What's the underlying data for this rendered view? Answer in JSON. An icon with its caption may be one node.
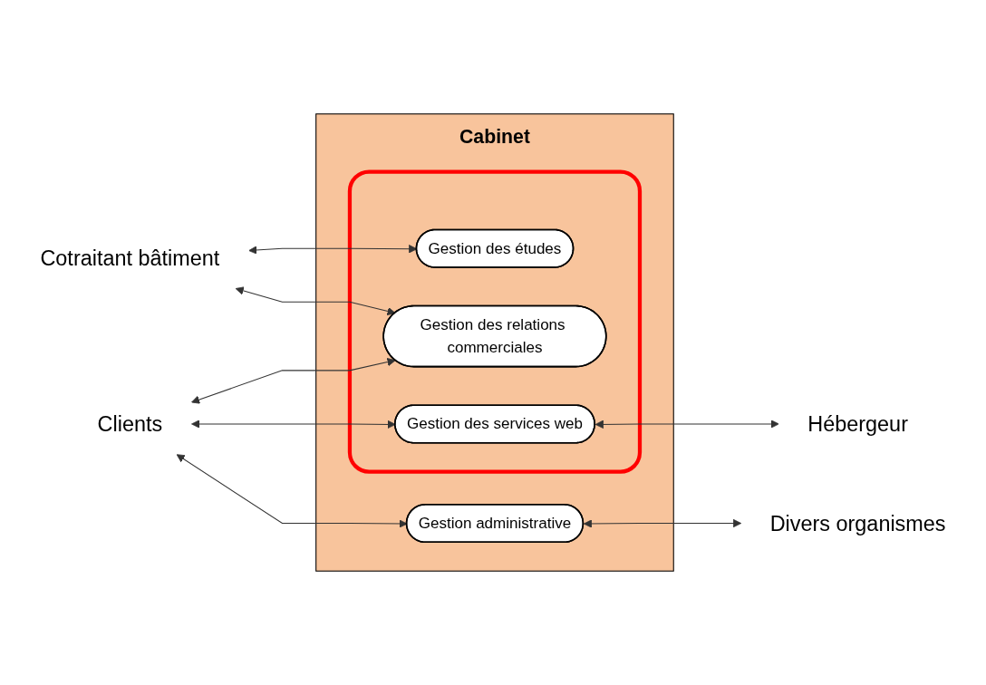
{
  "diagram": {
    "nodes": [
      {
        "text": [
          "Cabinet"
        ]
      },
      {
        "text": [],
        "shape": "box",
        "in": 0
      },
      {
        "text": [
          "Gestion des études"
        ],
        "in": 1
      },
      {
        "text": [
          "Cotraitant bâtiment"
        ]
      },
      {
        "text": [
          "Gestion des relations commerciales"
        ],
        "in": 1
      },
      {
        "text": [
          "Clients"
        ]
      },
      {
        "text": [
          "Gestion des services web"
        ],
        "in": 1
      },
      {
        "text": [
          "Hébergeur"
        ]
      },
      {
        "text": [
          "Gestion administrative"
        ],
        "in": 0
      },
      {
        "text": [
          "Divers organismes"
        ]
      }
    ],
    "edges": [
      {
        "from": 3,
        "to": 2,
        "arrow": "both"
      },
      {
        "from": 3,
        "to": 4,
        "arrow": "both"
      },
      {
        "from": 5,
        "to": 4,
        "arrow": "both"
      },
      {
        "from": 5,
        "to": 6,
        "arrow": "both"
      },
      {
        "from": 6,
        "to": 7,
        "arrow": "both"
      },
      {
        "from": 5,
        "to": 8,
        "arrow": "both"
      },
      {
        "from": 8,
        "to": 9,
        "arrow": "both"
      }
    ]
  }
}
